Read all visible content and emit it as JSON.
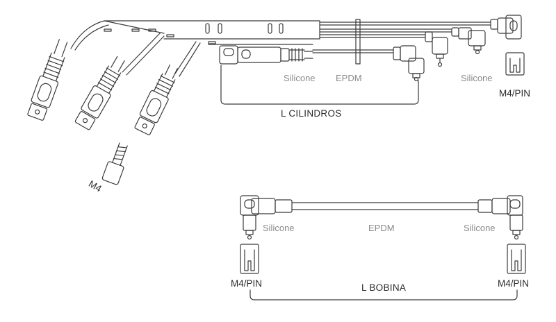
{
  "diagram": {
    "top_set": {
      "material_labels": {
        "silicone_left": "Silicone",
        "epdm": "EPDM",
        "silicone_right": "Silicone"
      },
      "terminal_label": "M4/PIN",
      "nut_label": "M4",
      "length_label": "L  CILINDROS"
    },
    "bottom_set": {
      "material_labels": {
        "silicone_left": "Silicone",
        "epdm": "EPDM",
        "silicone_right": "Silicone"
      },
      "terminal_left_label": "M4/PIN",
      "terminal_right_label": "M4/PIN",
      "length_label": "L BOBINA"
    },
    "colors": {
      "line": "#3a3a3a",
      "label_gray": "#8a8a8a",
      "label_dark": "#2a2a2a"
    }
  }
}
